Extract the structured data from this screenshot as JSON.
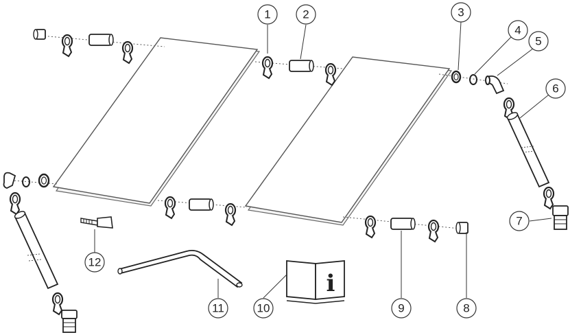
{
  "diagram": {
    "callouts": [
      {
        "id": "1",
        "label": "1"
      },
      {
        "id": "2",
        "label": "2"
      },
      {
        "id": "3",
        "label": "3"
      },
      {
        "id": "4",
        "label": "4"
      },
      {
        "id": "5",
        "label": "5"
      },
      {
        "id": "6",
        "label": "6"
      },
      {
        "id": "7",
        "label": "7"
      },
      {
        "id": "8",
        "label": "8"
      },
      {
        "id": "9",
        "label": "9"
      },
      {
        "id": "10",
        "label": "10"
      },
      {
        "id": "11",
        "label": "11"
      },
      {
        "id": "12",
        "label": "12"
      }
    ],
    "manual_icon": {
      "glyph": "i"
    },
    "colors": {
      "line": "#222222",
      "panel_face": "#ffffff",
      "panel_edge": "#555555",
      "leader": "#333333"
    }
  }
}
